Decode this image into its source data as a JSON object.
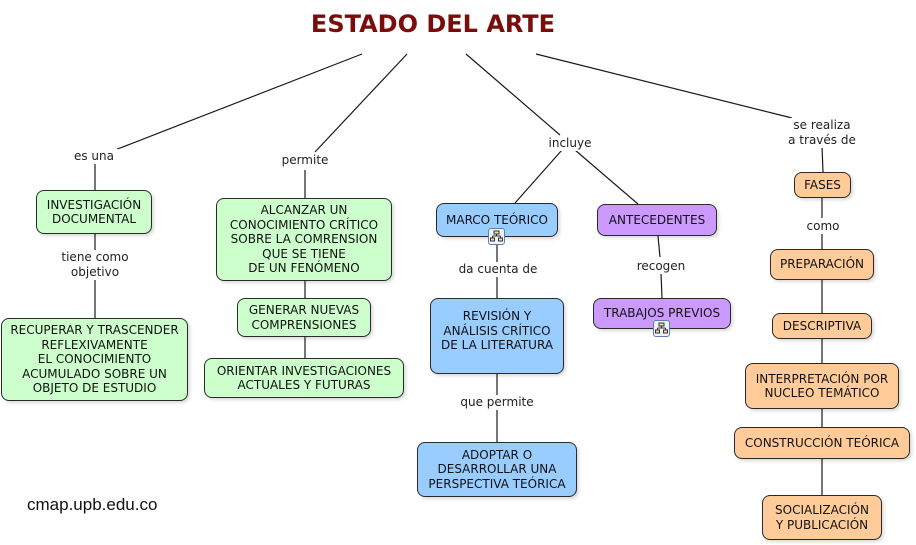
{
  "title": "ESTADO DEL ARTE",
  "colors": {
    "title": "#7a0c0c",
    "green_node": "#ccffcc",
    "blue_node": "#99ccff",
    "purple_node": "#cc99ff",
    "orange_node": "#ffcc99"
  },
  "links": {
    "es_una": "es una",
    "permite": "permite",
    "incluye": "incluye",
    "se_realiza": "se realiza\na través de",
    "tiene_como_objetivo": "tiene como\nobjetivo",
    "da_cuenta_de": "da cuenta de",
    "que_permite": "que permite",
    "recogen": "recogen",
    "como": "como"
  },
  "nodes": {
    "investigacion": "INVESTIGACIÓN\nDOCUMENTAL",
    "recuperar": "RECUPERAR Y TRASCENDER\nREFLEXIVAMENTE\nEL CONOCIMIENTO\nACUMULADO SOBRE UN\nOBJETO DE ESTUDIO",
    "alcanzar": "ALCANZAR UN\nCONOCIMIENTO CRÍTICO\nSOBRE LA COMRENSION\nQUE SE TIENE\nDE UN FENÓMENO",
    "generar": "GENERAR NUEVAS\nCOMPRENSIONES",
    "orientar": "ORIENTAR INVESTIGACIONES\nACTUALES Y FUTURAS",
    "marco": "MARCO TEÓRICO",
    "revision": "REVISIÓN  Y\nANÁLISIS CRÍTICO\nDE LA LITERATURA",
    "adoptar": "ADOPTAR O\nDESARROLLAR UNA\nPERSPECTIVA TEÓRICA",
    "antecedentes": "ANTECEDENTES",
    "trabajos": "TRABAJOS PREVIOS",
    "fases": "FASES",
    "preparacion": "PREPARACIÓN",
    "descriptiva": "DESCRIPTIVA",
    "interpretacion": "INTERPRETACIÓN POR\nNUCLEO TEMÁTICO",
    "construccion": "CONSTRUCCIÓN TEÓRICA",
    "socializacion": "SOCIALIZACIÓN\nY PUBLICACIÓN"
  },
  "icons": {
    "submap": "concept-map-link-icon"
  },
  "footer": "cmap.upb.edu.co"
}
